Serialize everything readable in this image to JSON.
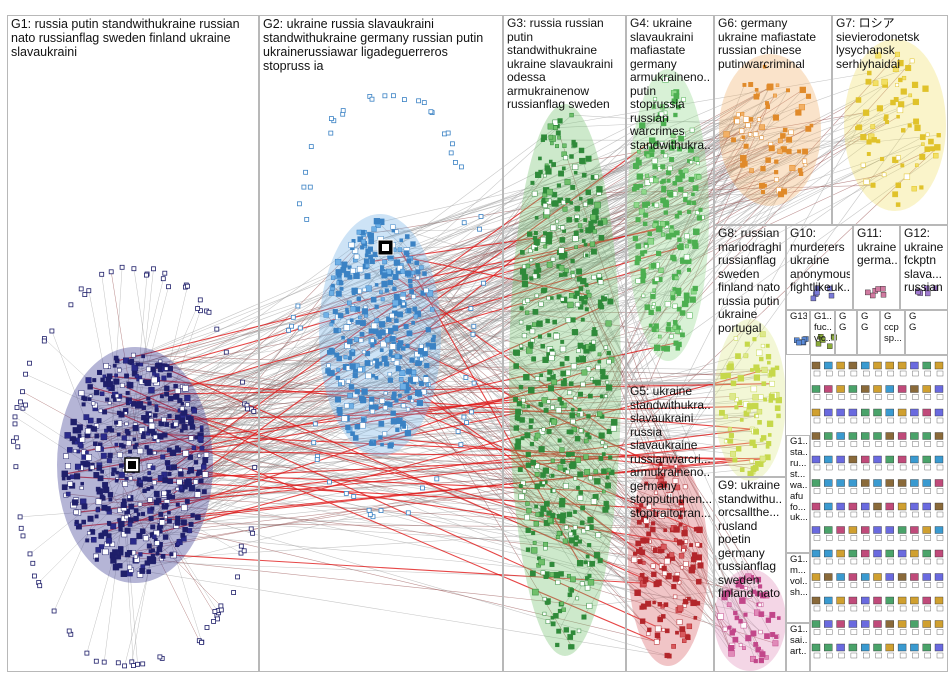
{
  "colors": {
    "g1": "#1f1f6a",
    "g2": "#3b82c4",
    "g3": "#2f8a3a",
    "g4": "#4caf50",
    "g5": "#b3262b",
    "g6": "#e08a2a",
    "g7": "#e0c22a",
    "g8": "#c6d84a",
    "g9": "#c2478a",
    "edge_gray": "#9a9a9a",
    "edge_red": "#e01818",
    "edge_brown": "#8a3a3a"
  },
  "groups": [
    {
      "id": "g1",
      "label": "G1: russia putin standwithukraine russian\nnato russianflag sweden finland ukraine\nslavaukraini"
    },
    {
      "id": "g2",
      "label": "G2: ukraine russia slavaukraini\nstandwithukraine germany russian putin\nukrainerussiawar ligadeguerreros\nstopruss ia"
    },
    {
      "id": "g3",
      "label": "G3: russia russian\nputin\nstandwithukraine\nukraine slavaukraini\nodessa\narmukrainenow\nrussianflag sweden"
    },
    {
      "id": "g4",
      "label": "G4: ukraine\nslavaukraini\nmafiastate\ngermany\narmukraineno...\nputin\nstoprussia\nrussian\nwarcrimes\nstandwithukra..."
    },
    {
      "id": "g5",
      "label": "G5: ukraine\nstandwithukra...\nslavaukraini\nrussia\nslavaukraine\nrussianwarcri...\narmukraineno...\ngermany\nstopputinthen...\nstoptraitorran..."
    },
    {
      "id": "g6",
      "label": "G6: germany\nukraine mafiastate\nrussian chinese\nputinwarcriminal"
    },
    {
      "id": "g7",
      "label": "G7: ロシア\nsievierodonetsk\nlysychansk\nserhiyhaidai"
    },
    {
      "id": "g8",
      "label": "G8: russian\nmariodraghi\nrussianflag\nsweden\nfinland nato\nrussia putin\nukraine\nportugal"
    },
    {
      "id": "g9",
      "label": "G9: ukraine\nstandwithu...\norcsallthe...\nrusland\npoetin\ngermany\nrussianflag\nsweden\nfinland nato"
    },
    {
      "id": "g10",
      "label": "G10:\nmurderers\nukraine\nanonymous\nfightlikeuk..."
    },
    {
      "id": "g11",
      "label": "G11:\nukraine\ngerma..."
    },
    {
      "id": "g12",
      "label": "G12:\nukraine\nfckptn\nslava...\nrussian"
    },
    {
      "id": "g13",
      "label": "G13"
    },
    {
      "id": "g14",
      "label": "G1...\nfuc...\nvic..."
    },
    {
      "id": "g15",
      "label": "G1...\nsta...\nru...\nst...\nwa...\nafu\nfo...\nuk..."
    },
    {
      "id": "g16",
      "label": "G1...\nm...\nvol...\nsh..."
    },
    {
      "id": "g17",
      "label": "G1...\nsai...\nart..."
    },
    {
      "id": "g18",
      "label": "G\nccp\nsp..."
    },
    {
      "id": "g19",
      "label": "G\nG"
    },
    {
      "id": "g20",
      "label": "G\nG"
    },
    {
      "id": "g21",
      "label": "G\nG"
    }
  ]
}
